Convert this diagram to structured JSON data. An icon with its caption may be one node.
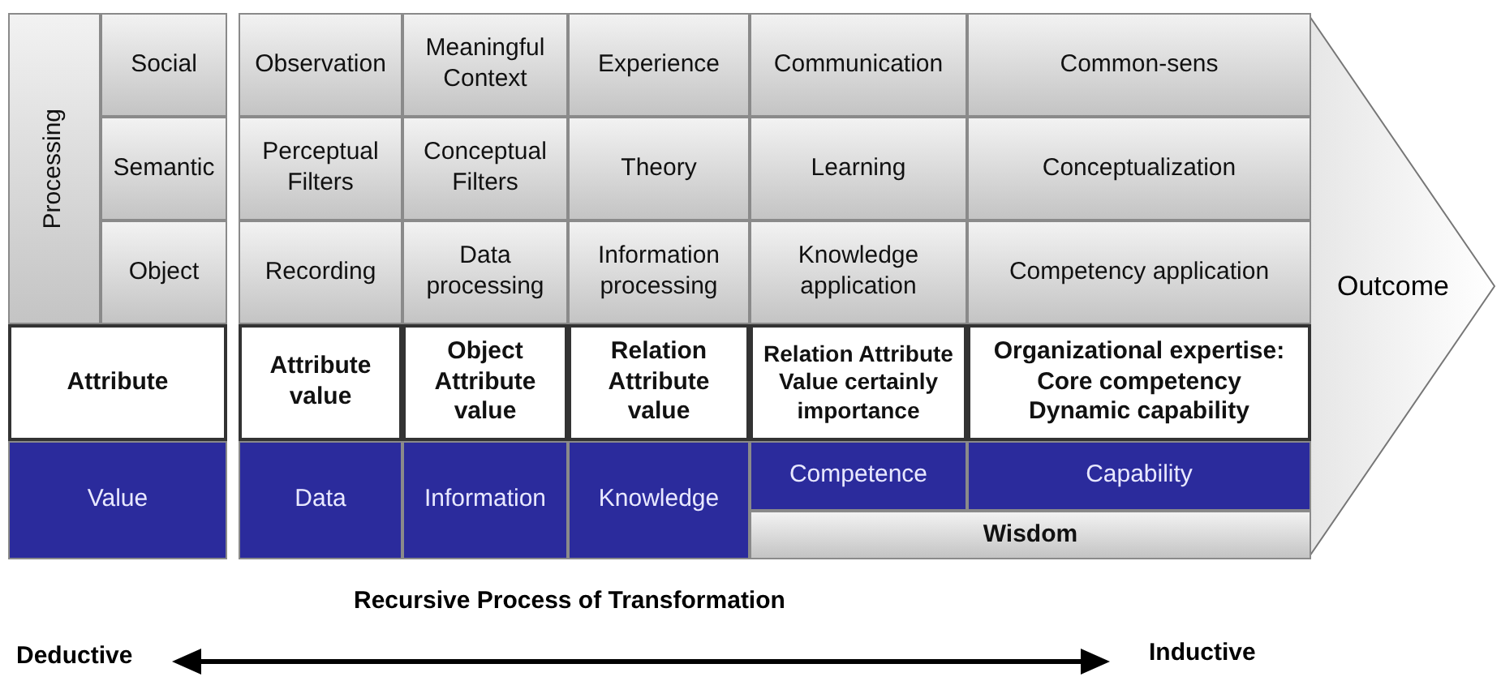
{
  "diagram": {
    "nodes": [
      {
        "text": [
          "Outcome"
        ]
      }
    ],
    "labels": [
      "Processing",
      "Social",
      "Observation",
      "Meaningful Context",
      "Experience",
      "Communication",
      "Common-sens",
      "Semantic",
      "Perceptual Filters",
      "Conceptual Filters",
      "Theory",
      "Learning",
      "Conceptualization",
      "Object",
      "Recording",
      "Data processing",
      "Information processing",
      "Knowledge application",
      "Competency application",
      "Attribute",
      "Attribute value",
      "Object Attribute value",
      "Relation Attribute value",
      "Relation Attribute Value certainly importance",
      "Organizational expertise: Core competency Dynamic capability",
      "Value",
      "Data",
      "Information",
      "Knowledge",
      "Competence",
      "Capability",
      "Wisdom",
      "Recursive Process of Transformation",
      "Deductive",
      "Inductive"
    ]
  }
}
